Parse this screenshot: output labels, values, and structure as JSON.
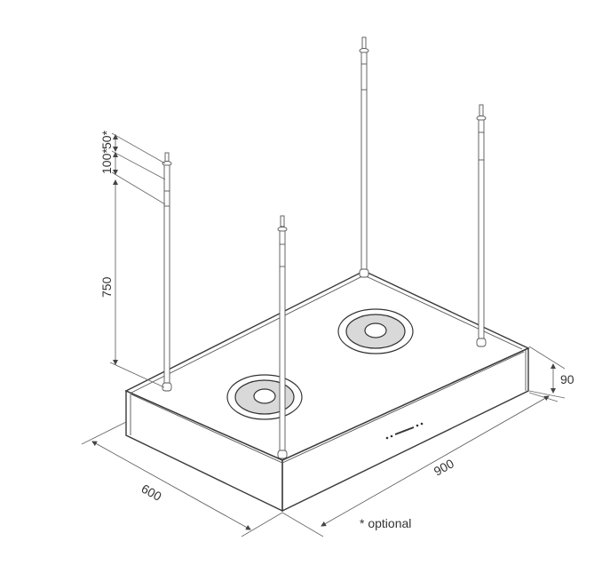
{
  "title": "Island cooker hood dimensional drawing",
  "colors": {
    "line": "#3a3a3a",
    "dimension": "#555555",
    "burner_fill": "#d9d9d9",
    "background": "#ffffff"
  },
  "dimensions": {
    "rod_top_optional": "50*",
    "rod_mid_optional": "100*",
    "rod_length": "750",
    "hood_height": "90",
    "hood_depth": "600",
    "hood_width": "900"
  },
  "note": "* optional",
  "components": {
    "rods": [
      "rod-front-left",
      "rod-front",
      "rod-back",
      "rod-right"
    ],
    "burners": [
      "filter-front-left",
      "filter-back-right"
    ],
    "control_panel": "front-control-strip"
  }
}
